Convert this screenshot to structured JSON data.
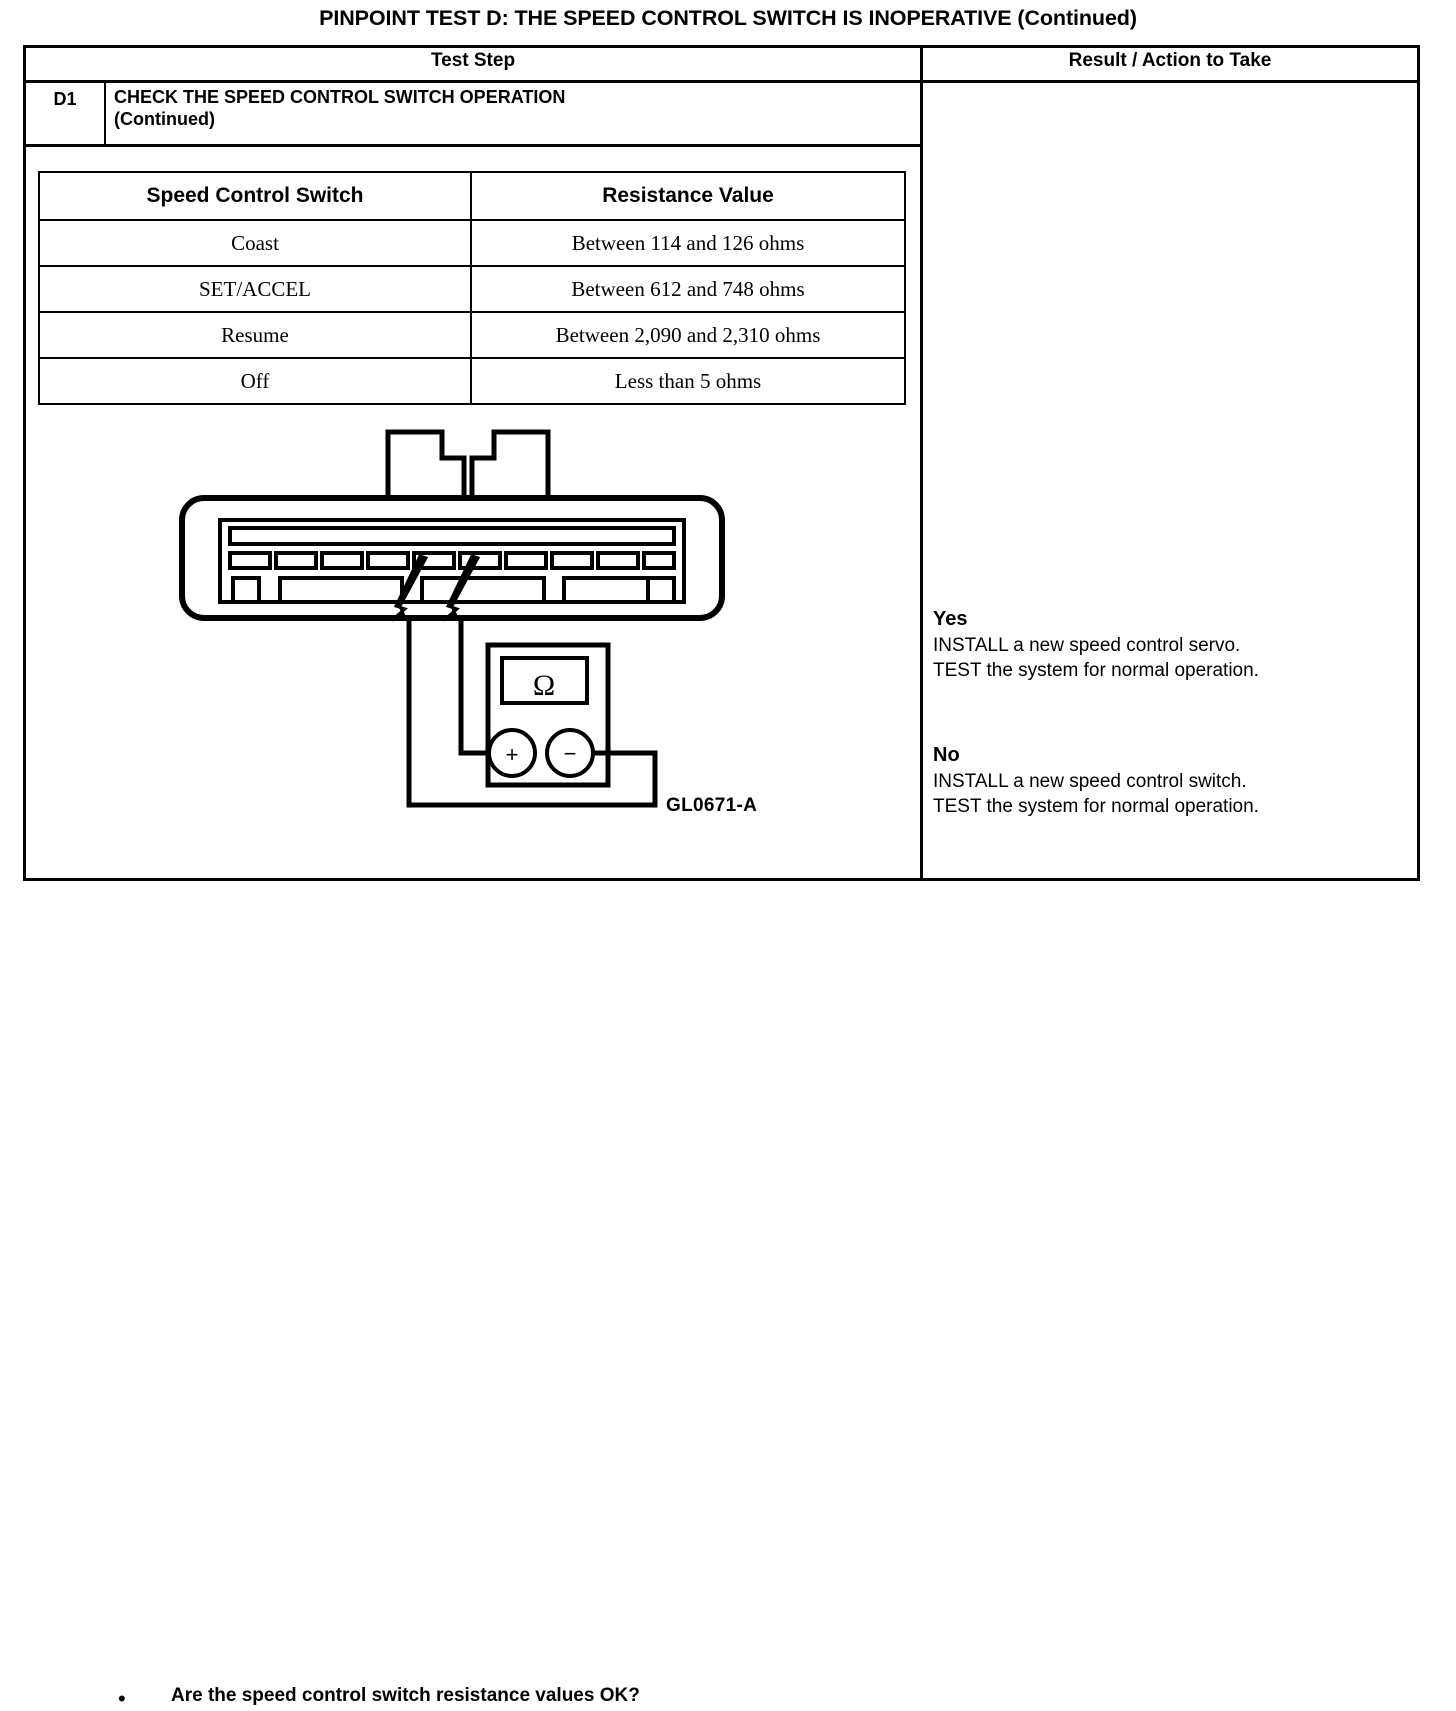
{
  "title": "PINPOINT TEST  D: THE SPEED CONTROL SWITCH IS INOPERATIVE (Continued)",
  "table_headers": {
    "test_step": "Test Step",
    "result_action": "Result / Action to Take"
  },
  "step": {
    "id": "D1",
    "heading_line1": "CHECK THE SPEED CONTROL SWITCH OPERATION",
    "heading_line2": "(Continued)"
  },
  "resistance_table": {
    "headers": [
      "Speed Control Switch",
      "Resistance Value"
    ],
    "rows": [
      [
        "Coast",
        "Between 114 and 126 ohms"
      ],
      [
        "SET/ACCEL",
        "Between 612 and 748 ohms"
      ],
      [
        "Resume",
        "Between 2,090 and 2,310 ohms"
      ],
      [
        "Off",
        "Less than 5 ohms"
      ]
    ]
  },
  "diagram": {
    "meter_symbol": "Ω",
    "terminal_positive": "+",
    "terminal_negative": "−",
    "figure_label": "GL0671-A",
    "pin_count_middle_row": 10,
    "connector_name": "speed-control-switch-connector"
  },
  "question": {
    "bullet": "•",
    "text": "Are the speed control switch resistance values OK?"
  },
  "results": [
    {
      "answer": "Yes",
      "lines": [
        "INSTALL a new speed control servo.",
        "TEST the system for normal operation."
      ]
    },
    {
      "answer": "No",
      "lines": [
        "INSTALL a new speed control switch.",
        "TEST the system for normal operation."
      ]
    }
  ],
  "colors": {
    "ink": "#000000",
    "paper": "#ffffff"
  }
}
